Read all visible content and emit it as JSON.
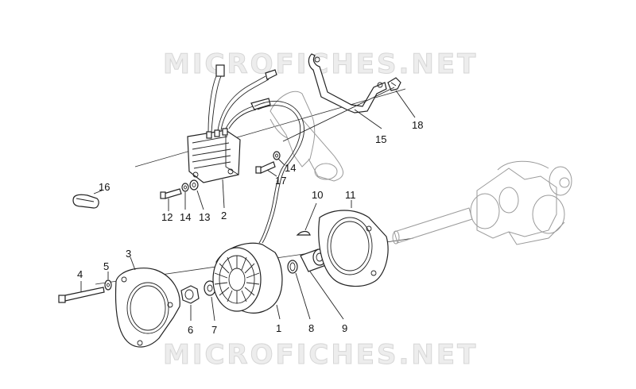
{
  "watermark": {
    "text_top": "MICROFICHES.NET",
    "text_bottom": "MICROFICHES.NET"
  },
  "callouts": {
    "p1": "1",
    "p2": "2",
    "p3": "3",
    "p4": "4",
    "p5": "5",
    "p6": "6",
    "p7": "7",
    "p8": "8",
    "p9": "9",
    "p10": "10",
    "p11": "11",
    "p12": "12",
    "p13": "13",
    "p14a": "14",
    "p14b": "14",
    "p15": "15",
    "p16": "16",
    "p17": "17",
    "p18": "18"
  }
}
